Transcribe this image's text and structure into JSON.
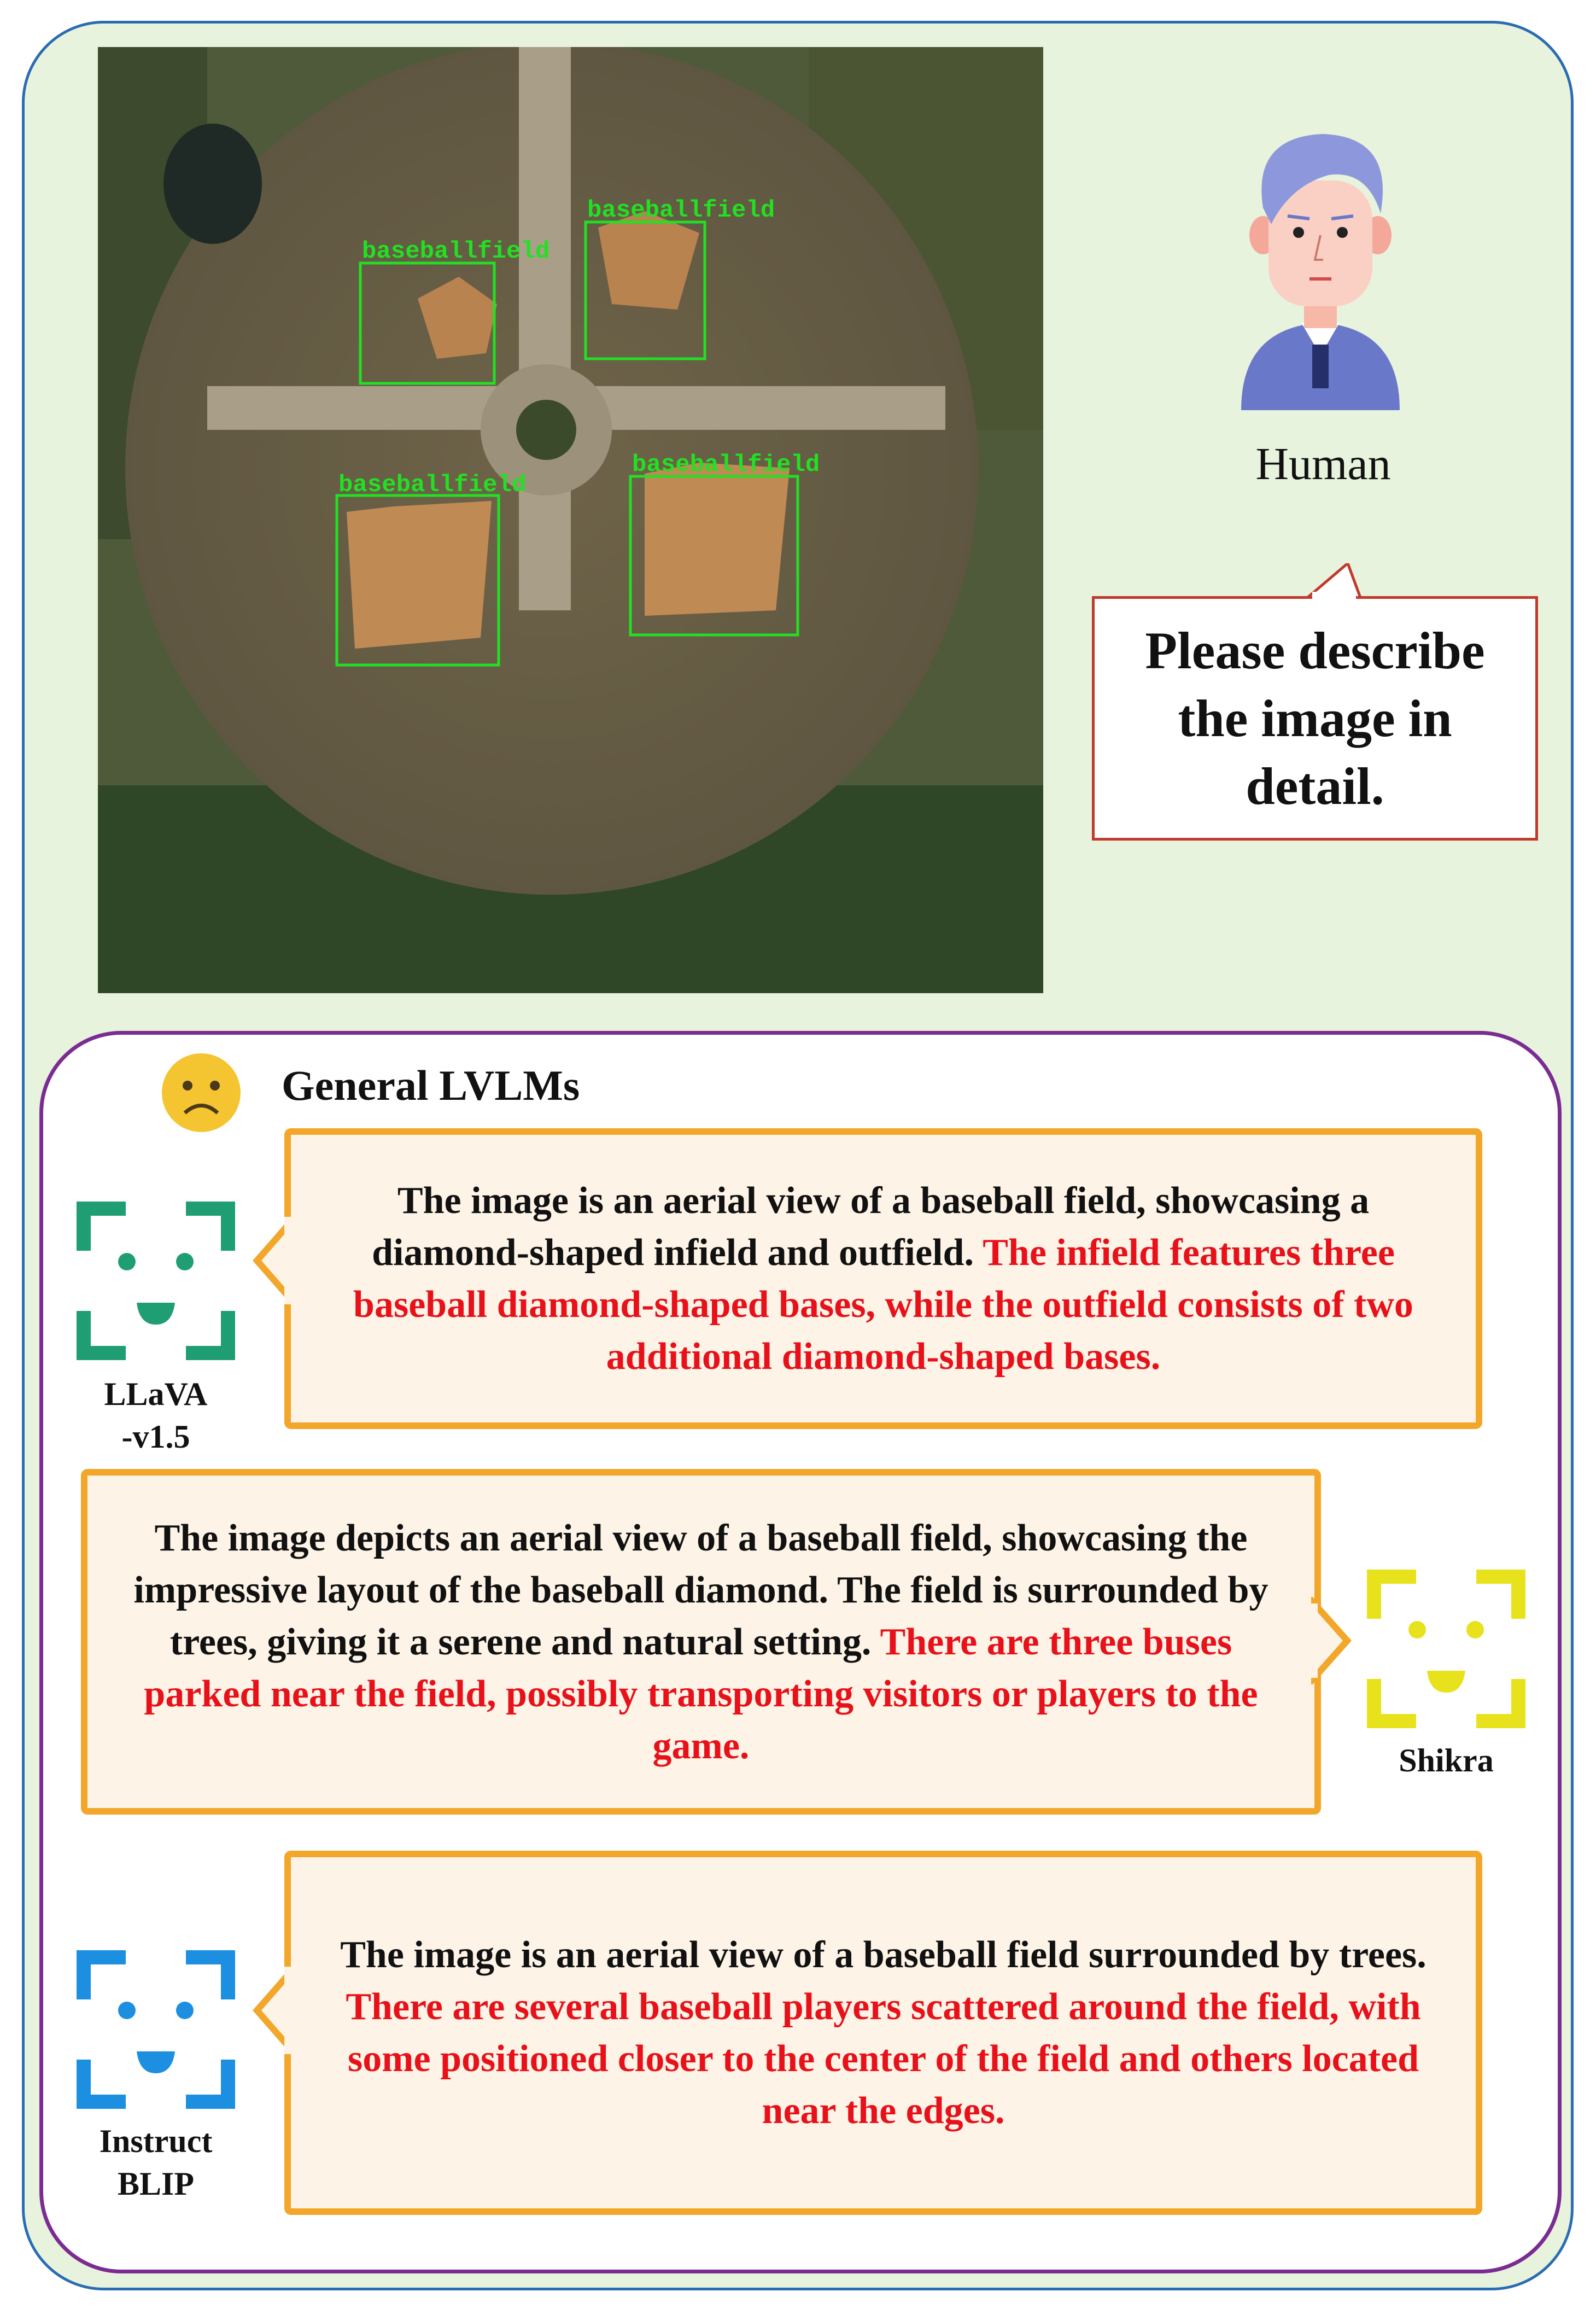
{
  "aerial_image": {
    "detections": [
      {
        "label": "baseballfield"
      },
      {
        "label": "baseballfield"
      },
      {
        "label": "baseballfield"
      },
      {
        "label": "baseballfield"
      }
    ]
  },
  "human": {
    "label": "Human",
    "prompt": "Please describe the image in detail."
  },
  "section": {
    "title": "General LVLMs",
    "emoji_icon": "frowning-face-icon"
  },
  "responses": [
    {
      "model_line1": "LLaVA",
      "model_line2": "-v1.5",
      "icon": "robot-face-icon",
      "color": "#1f9e74",
      "text_normal": "The image is an aerial view of a baseball field, showcasing a diamond-shaped infield and outfield. ",
      "text_hallucinated": "The infield features three baseball diamond-shaped bases, while the outfield consists of two additional diamond-shaped bases."
    },
    {
      "model_line1": "Shikra",
      "model_line2": "",
      "icon": "robot-face-icon",
      "color": "#e8e21d",
      "text_normal": "The image depicts an aerial view of a baseball field, showcasing the impressive layout of the baseball diamond. The field is surrounded by trees, giving it a serene and natural setting. ",
      "text_hallucinated": "There are three buses parked near the field, possibly transporting visitors or players to the game."
    },
    {
      "model_line1": "Instruct",
      "model_line2": "BLIP",
      "icon": "robot-face-icon",
      "color": "#1d8fe0",
      "text_normal": "The image is an aerial view of a baseball field surrounded by trees. ",
      "text_hallucinated": "There are several baseball players scattered around the field, with some positioned closer to the center of the field and others located near the edges."
    }
  ],
  "colors": {
    "outer_border": "#2a6cb3",
    "outer_bg": "#e7f3dc",
    "inner_border": "#7b2c93",
    "bubble_border": "#f2a72a",
    "bubble_bg": "#fdf3e6",
    "hallucination": "#e8111a",
    "detection_box": "#22e022"
  }
}
